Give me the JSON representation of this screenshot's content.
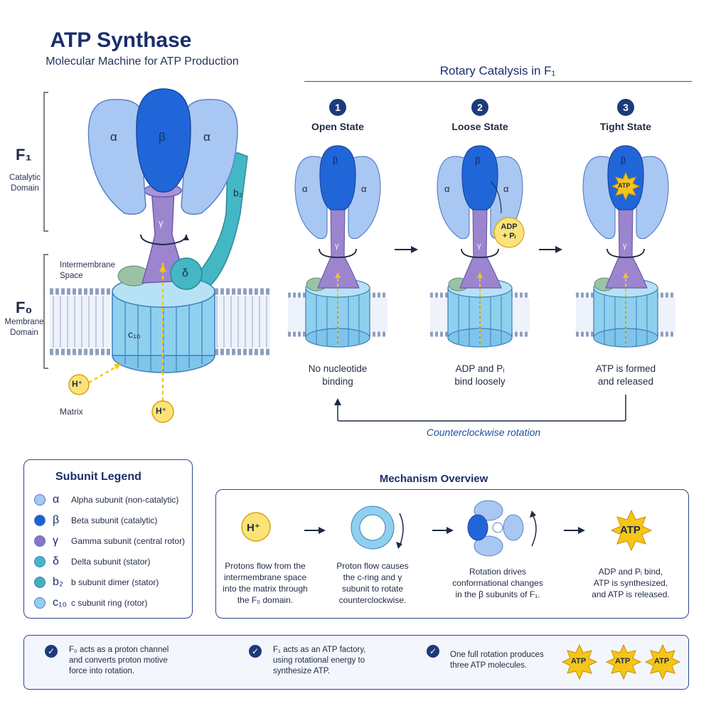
{
  "title": "ATP Synthase",
  "subtitle": "Molecular Machine for ATP Production",
  "rotary": {
    "title": "Rotary Catalysis in F₁",
    "states": [
      {
        "num": "1",
        "name": "Open State",
        "desc1": "No nucleotide",
        "desc2": "binding"
      },
      {
        "num": "2",
        "name": "Loose State",
        "desc1": "ADP and  Pᵢ",
        "desc2": "bind loosely"
      },
      {
        "num": "3",
        "name": "Tight State",
        "desc1": "ATP is formed",
        "desc2": "and released"
      }
    ],
    "rotation_label": "Counterclockwise rotation",
    "adp_label": "ADP",
    "pi_label": "+ Pᵢ",
    "atp_label": "ATP"
  },
  "structure": {
    "f1": "F₁",
    "f1_desc1": "Catalytic",
    "f1_desc2": "Domain",
    "f0": "F₀",
    "f0_desc1": "Membrane",
    "f0_desc2": "Domain",
    "ims1": "Intermembrane",
    "ims2": "Space",
    "matrix": "Matrix",
    "alpha": "α",
    "beta": "β",
    "gamma": "γ",
    "delta": "δ",
    "b2": "b₂",
    "c10": "c₁₀",
    "h_plus": "H⁺"
  },
  "legend": {
    "title": "Subunit Legend",
    "items": [
      {
        "sym": "α",
        "text": "Alpha subunit (non-catalytic)",
        "color": "#a8c7f2"
      },
      {
        "sym": "β",
        "text": "Beta subunit (catalytic)",
        "color": "#1f5fd1"
      },
      {
        "sym": "γ",
        "text": "Gamma subunit (central rotor)",
        "color": "#8b74c4"
      },
      {
        "sym": "δ",
        "text": "Delta subunit (stator)",
        "color": "#45b7c4"
      },
      {
        "sym": "b₂",
        "text": "b subunit dimer (stator)",
        "color": "#3fb3b8"
      },
      {
        "sym": "c₁₀",
        "text": "c subunit ring (rotor)",
        "color": "#8fd0ef"
      }
    ]
  },
  "mechanism": {
    "title": "Mechanism Overview",
    "steps": [
      {
        "l1": "Protons flow from the",
        "l2": "intermembrane space",
        "l3": "into the matrix through",
        "l4": "the F₀ domain."
      },
      {
        "l1": "Proton flow causes",
        "l2": "the c-ring and γ",
        "l3": "subunit to rotate",
        "l4": "counterclockwise."
      },
      {
        "l1": "Rotation drives",
        "l2": "conformational changes",
        "l3": "in the β subunits of F₁.",
        "l4": ""
      },
      {
        "l1": "ADP and Pᵢ bind,",
        "l2": "ATP is synthesized,",
        "l3": "and ATP is released.",
        "l4": ""
      }
    ],
    "h_plus": "H⁺",
    "atp": "ATP"
  },
  "notes": [
    {
      "l1": "F₀ acts as a proton channel",
      "l2": "and converts proton motive",
      "l3": "force into rotation."
    },
    {
      "l1": "F₁ acts as an ATP factory,",
      "l2": "using rotational energy to",
      "l3": "synthesize ATP."
    },
    {
      "l1": "One full rotation produces",
      "l2": "three ATP molecules.",
      "l3": ""
    }
  ],
  "notes_atp": "ATP",
  "colors": {
    "alpha": "#a8c7f2",
    "beta": "#1f5fd1",
    "gamma": "#8b74c4",
    "cring": "#8fd0ef",
    "stator": "#45b7c4",
    "proton": "#f5c518",
    "navy": "#1c3b7a"
  }
}
